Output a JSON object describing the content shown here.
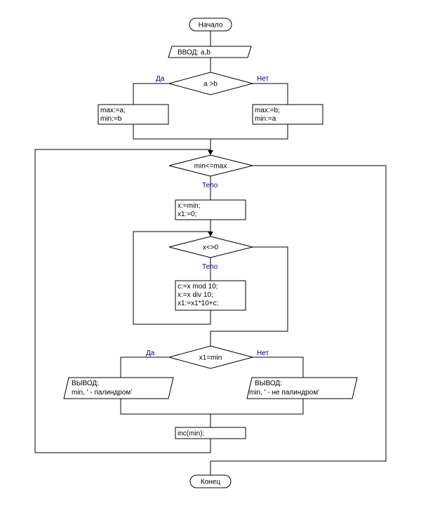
{
  "flowchart": {
    "start": "Начало",
    "input": "ВВОД:  a,b",
    "cond1": "a >b",
    "cond1_yes": "Да",
    "cond1_no": "Нет",
    "assign_yes": [
      "max:=a;",
      "min:=b"
    ],
    "assign_no": [
      "max:=b;",
      "min:=a"
    ],
    "loop1": "min<=max",
    "loop1_body": "Тело",
    "init": [
      "x:=min;",
      "x1:=0;"
    ],
    "loop2": "x<>0",
    "loop2_body": "Тело",
    "body2": [
      "c:=x mod 10;",
      "x:=x div 10;",
      "x1:=x1*10+c;"
    ],
    "cond2": "x1=min",
    "cond2_yes": "Да",
    "cond2_no": "Нет",
    "output_yes": [
      "ВЫВОД:",
      "min, ' - палиндром'"
    ],
    "output_no": [
      "ВЫВОД:",
      "min, ' - не палиндром'"
    ],
    "inc": "inc(min);",
    "end": "Конец"
  }
}
